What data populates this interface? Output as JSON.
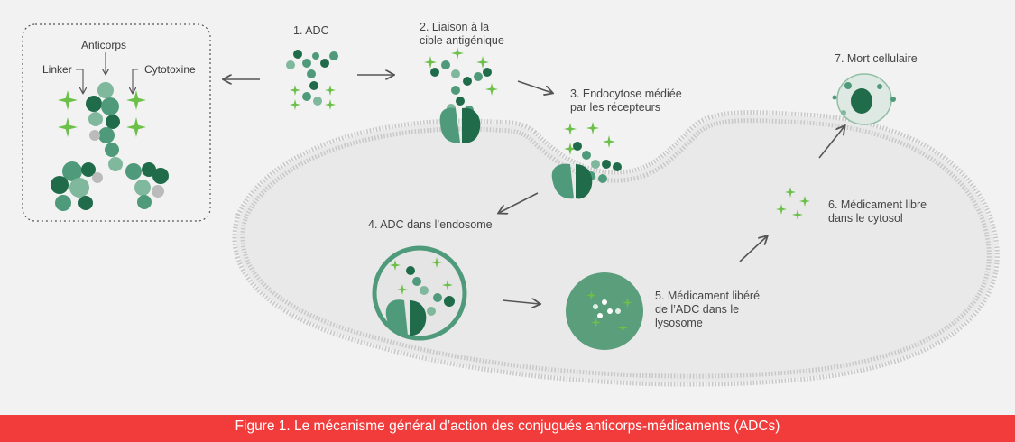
{
  "labels": {
    "legend_antibody": "Anticorps",
    "legend_linker": "Linker",
    "legend_cytotoxin": "Cytotoxine",
    "step1": "1. ADC",
    "step2_line1": "2. Liaison à la",
    "step2_line2": "cible antigénique",
    "step3_line1": "3. Endocytose médiée",
    "step3_line2": "par les récepteurs",
    "step4": "4. ADC dans l’endosome",
    "step5_line1": "5. Médicament libéré",
    "step5_line2": "de l’ADC dans le",
    "step5_line3": "lysosome",
    "step6_line1": "6. Médicament libre",
    "step6_line2": "dans le cytosol",
    "step7": "7. Mort cellulaire"
  },
  "caption": "Figure 1. Le mécanisme général d’action des conjugués anticorps-médicaments (ADCs)",
  "colors": {
    "dark_green": "#1f6b4a",
    "mid_green": "#4f9a7a",
    "light_green": "#7fb89c",
    "drug_green": "#6cc04a",
    "membrane": "#c9c9c9",
    "cell_fill": "#e8e8e8",
    "caption_bg": "#f23b3b",
    "arrow": "#555555"
  }
}
